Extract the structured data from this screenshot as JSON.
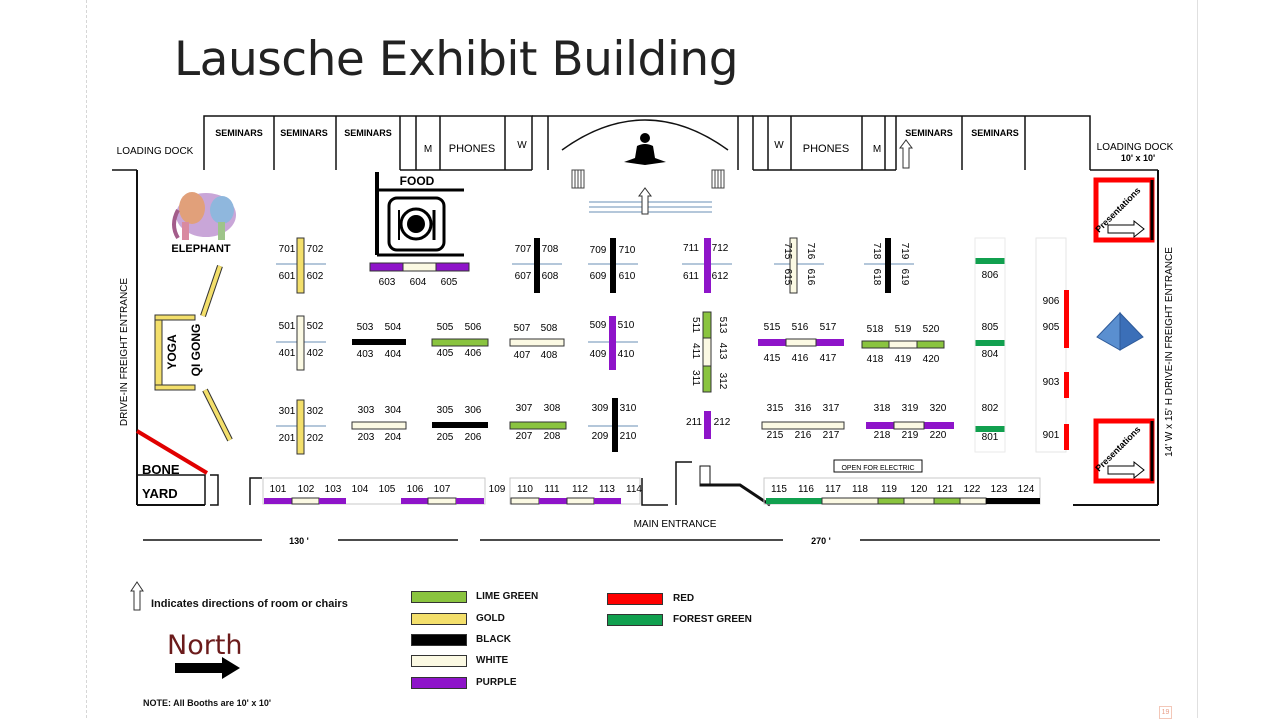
{
  "title": "Lausche Exhibit Building",
  "labels": {
    "loading_dock_left": "LOADING DOCK",
    "loading_dock_right": "LOADING DOCK",
    "loading_dock_size": "10' x 10'",
    "seminars": [
      "SEMINARS",
      "SEMINARS",
      "SEMINARS",
      "SEMINARS",
      "SEMINARS"
    ],
    "phones": [
      "PHONES",
      "PHONES"
    ],
    "m": [
      "M",
      "M"
    ],
    "w": [
      "W",
      "W"
    ],
    "food": "FOOD",
    "elephant": "ELEPHANT",
    "yoga": "YOGA",
    "qigong": "QI GONG",
    "bone": "BONE",
    "yard": "YARD",
    "drive_left": "DRIVE-IN FREIGHT ENTRANCE",
    "drive_right": "14' W x 15' H DRIVE-IN FREIGHT ENTRANCE",
    "presentations": [
      "Presentations",
      "Presentations"
    ],
    "main_entrance": "MAIN ENTRANCE",
    "open_electric": "OPEN FOR ELECTRIC",
    "dim_130": "130 '",
    "dim_270": "270 '"
  },
  "booths": {
    "r701": "701",
    "r702": "702",
    "r601": "601",
    "r602": "602",
    "r603": "603",
    "r604": "604",
    "r605": "605",
    "r707": "707",
    "r708": "708",
    "r607": "607",
    "r608": "608",
    "r709": "709",
    "r710": "710",
    "r609": "609",
    "r610": "610",
    "r711": "711",
    "r712": "712",
    "r611": "611",
    "r612": "612",
    "r715": "715",
    "r716": "716",
    "r615": "615",
    "r616": "616",
    "r718": "718",
    "r719": "719",
    "r618": "618",
    "r619": "619",
    "r806": "806",
    "r805": "805",
    "r804": "804",
    "r802": "802",
    "r801": "801",
    "r906": "906",
    "r905": "905",
    "r903": "903",
    "r901": "901",
    "r501": "501",
    "r502": "502",
    "r401": "401",
    "r402": "402",
    "r503": "503",
    "r504": "504",
    "r403": "403",
    "r404": "404",
    "r505": "505",
    "r506": "506",
    "r405": "405",
    "r406": "406",
    "r507": "507",
    "r508": "508",
    "r407": "407",
    "r408": "408",
    "r509": "509",
    "r510": "510",
    "r409": "409",
    "r410": "410",
    "r511": "511",
    "r411": "411",
    "r311": "311",
    "r513": "513",
    "r413": "413",
    "r312": "312",
    "r515": "515",
    "r516": "516",
    "r517": "517",
    "r415": "415",
    "r416": "416",
    "r417": "417",
    "r518": "518",
    "r519": "519",
    "r520": "520",
    "r418": "418",
    "r419": "419",
    "r420": "420",
    "r301": "301",
    "r302": "302",
    "r201": "201",
    "r202": "202",
    "r303": "303",
    "r304": "304",
    "r203": "203",
    "r204": "204",
    "r305": "305",
    "r306": "306",
    "r205": "205",
    "r206": "206",
    "r307": "307",
    "r308": "308",
    "r207": "207",
    "r208": "208",
    "r309": "309",
    "r310": "310",
    "r209": "209",
    "r210": "210",
    "r211": "211",
    "r212": "212",
    "r315": "315",
    "r316": "316",
    "r317": "317",
    "r215": "215",
    "r216": "216",
    "r217": "217",
    "r318": "318",
    "r319": "319",
    "r320": "320",
    "r218": "218",
    "r219": "219",
    "r220": "220",
    "b101": "101",
    "b102": "102",
    "b103": "103",
    "b104": "104",
    "b105": "105",
    "b106": "106",
    "b107": "107",
    "b109": "109",
    "b110": "110",
    "b111": "111",
    "b112": "112",
    "b113": "113",
    "b114": "114",
    "b115": "115",
    "b116": "116",
    "b117": "117",
    "b118": "118",
    "b119": "119",
    "b120": "120",
    "b121": "121",
    "b122": "122",
    "b123": "123",
    "b124": "124"
  },
  "legend": [
    {
      "label": "LIME GREEN",
      "color": "#8ac43f"
    },
    {
      "label": "GOLD",
      "color": "#f3df6b"
    },
    {
      "label": "BLACK",
      "color": "#000000"
    },
    {
      "label": "WHITE",
      "color": "#fbf9e3"
    },
    {
      "label": "PURPLE",
      "color": "#8e14c9"
    },
    {
      "label": "RED",
      "color": "#ff0000"
    },
    {
      "label": "FOREST GREEN",
      "color": "#11a04f"
    }
  ],
  "arrow_note": "Indicates directions of room or chairs",
  "north": "North",
  "note": "NOTE: All Booths are 10' x 10'",
  "page_number": "19"
}
